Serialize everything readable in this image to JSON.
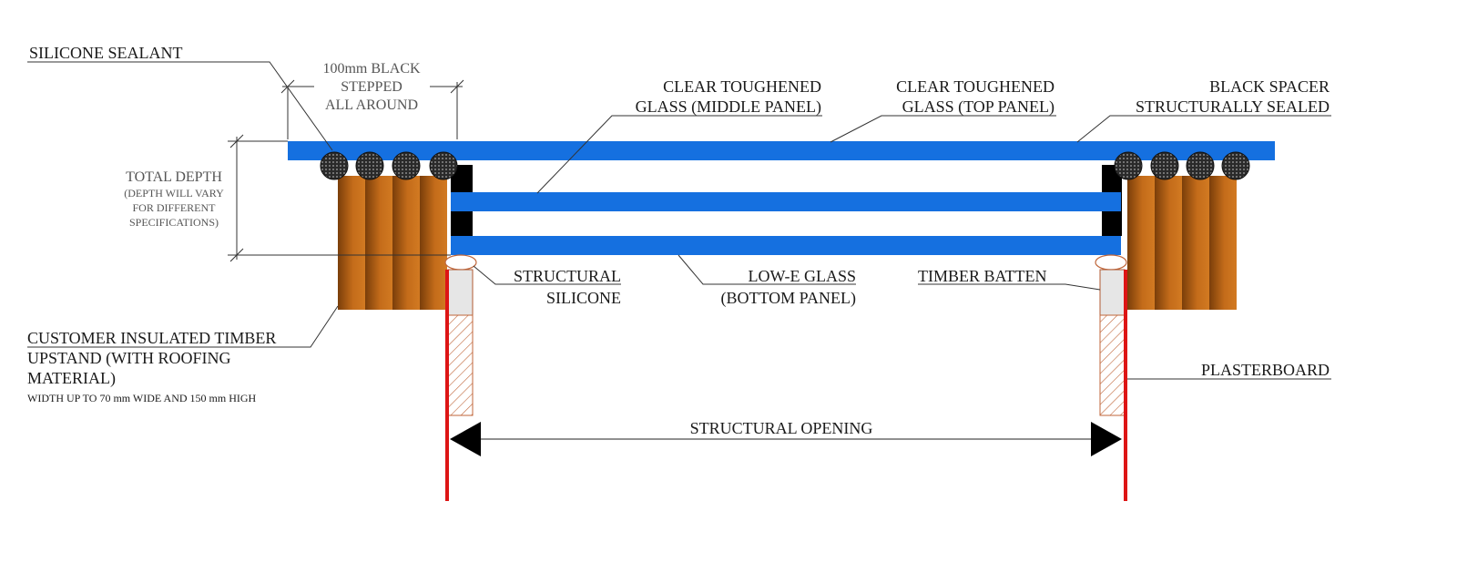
{
  "colors": {
    "glass": "#1570e0",
    "timber": "#c06a18",
    "timber_dark": "#7a3e0a",
    "gasket": "#3a3a3a",
    "spacer": "#000000",
    "plasterboard": "#dd1515",
    "batten_fill": "#e0e0e0",
    "hatch": "#b8582e"
  },
  "labels": {
    "silicone_sealant": "SILICONE SEALANT",
    "stepped_1": "100mm BLACK",
    "stepped_2": "STEPPED",
    "stepped_3": "ALL AROUND",
    "middle_1": "CLEAR TOUGHENED",
    "middle_2": "GLASS (MIDDLE PANEL)",
    "top_1": "CLEAR TOUGHENED",
    "top_2": "GLASS (TOP PANEL)",
    "spacer_1": "BLACK SPACER",
    "spacer_2": "STRUCTURALLY SEALED",
    "depth_1": "TOTAL DEPTH",
    "depth_2": "(DEPTH WILL VARY",
    "depth_3": "FOR DIFFERENT",
    "depth_4": "SPECIFICATIONS)",
    "struct_sil_1": "STRUCTURAL",
    "struct_sil_2": "SILICONE",
    "lowe_1": "LOW-E GLASS",
    "lowe_2": "(BOTTOM PANEL)",
    "batten": "TIMBER BATTEN",
    "upstand_1": "CUSTOMER INSULATED TIMBER",
    "upstand_2": "UPSTAND (WITH ROOFING",
    "upstand_3": "MATERIAL)",
    "upstand_4": "WIDTH UP TO 70 mm WIDE AND 150 mm HIGH",
    "plasterboard": "PLASTERBOARD",
    "opening": "STRUCTURAL OPENING"
  },
  "icons": [
    "gasket-icon",
    "arrow-left-icon",
    "arrow-right-icon"
  ]
}
